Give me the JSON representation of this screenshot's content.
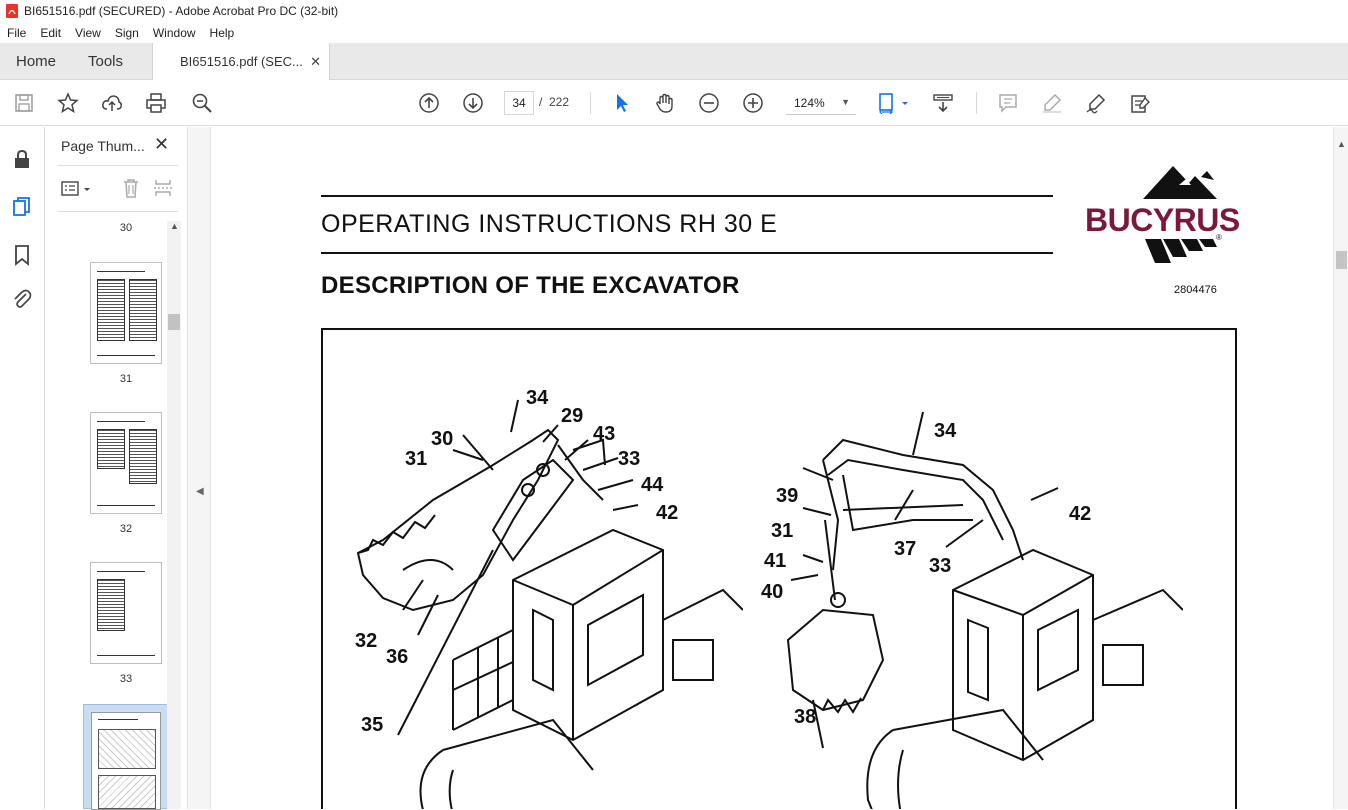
{
  "window": {
    "title": "BI651516.pdf (SECURED) - Adobe Acrobat Pro DC (32-bit)"
  },
  "menu": [
    "File",
    "Edit",
    "View",
    "Sign",
    "Window",
    "Help"
  ],
  "tabs": {
    "home": "Home",
    "tools": "Tools",
    "doc": "BI651516.pdf (SEC...",
    "close": "✕"
  },
  "toolbar": {
    "page_current": "34",
    "page_sep": "/",
    "page_total": "222",
    "zoom": "124%"
  },
  "thumbnails": {
    "panel_title": "Page Thum...",
    "close": "✕",
    "pages": [
      "30",
      "31",
      "32",
      "33"
    ]
  },
  "document": {
    "title": "OPERATING INSTRUCTIONS RH 30 E",
    "subtitle": "DESCRIPTION OF THE EXCAVATOR",
    "logo_text": "BUCYRUS",
    "code": "2804476",
    "callouts_left": [
      "34",
      "29",
      "30",
      "43",
      "31",
      "33",
      "44",
      "42",
      "32",
      "36",
      "35"
    ],
    "callouts_right": [
      "34",
      "39",
      "42",
      "31",
      "37",
      "41",
      "33",
      "40",
      "38"
    ]
  },
  "colors": {
    "accent": "#1473e6",
    "brand": "#7a1a3a",
    "selection": "#c9dcf2"
  }
}
